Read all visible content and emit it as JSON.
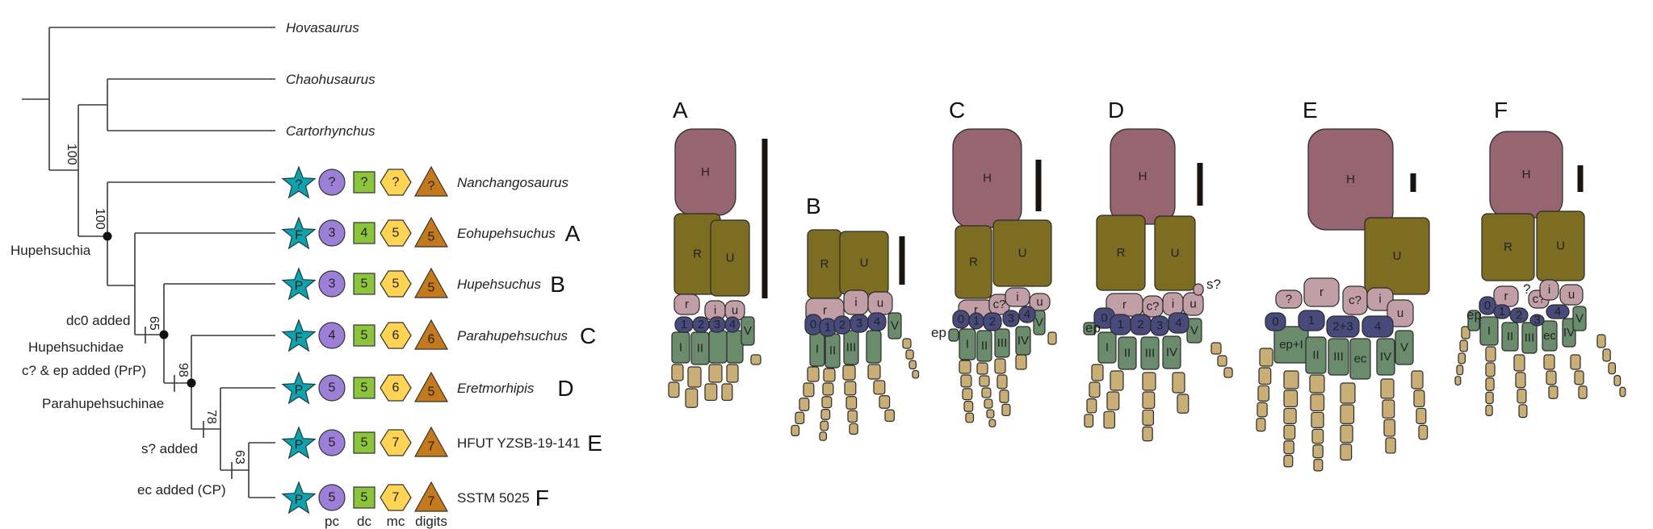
{
  "colors": {
    "branch": "#3a3a3a",
    "star": "#0ea2ad",
    "circle": "#9c80d8",
    "square": "#8cc43c",
    "hexagon": "#ffd454",
    "triangle": "#c47a1c",
    "humerus": "#966570",
    "radius_ulna": "#7c6d22",
    "proximal_carpal": "#c29fa7",
    "distal_carpal": "#474a7a",
    "metacarpal": "#6a8b6c",
    "phalanx": "#c9ae75",
    "scale_bar": "#1a1410"
  },
  "tree": {
    "taxa": [
      {
        "name": "Hovasaurus",
        "italic": true
      },
      {
        "name": "Chaohusaurus",
        "italic": true
      },
      {
        "name": "Cartorhynchus",
        "italic": true
      },
      {
        "name": "Nanchangosaurus",
        "italic": true,
        "star": "?",
        "pc": "?",
        "dc": "?",
        "mc": "?",
        "digits": "?"
      },
      {
        "name": "Eohupehsuchus",
        "italic": true,
        "panel": "A",
        "star": "F",
        "pc": "3",
        "dc": "4",
        "mc": "5",
        "digits": "5"
      },
      {
        "name": "Hupehsuchus",
        "italic": true,
        "panel": "B",
        "star": "P",
        "pc": "3",
        "dc": "5",
        "mc": "5",
        "digits": "5"
      },
      {
        "name": "Parahupehsuchus",
        "italic": true,
        "panel": "C",
        "star": "F",
        "pc": "4",
        "dc": "5",
        "mc": "6",
        "digits": "6"
      },
      {
        "name": "Eretmorhipis",
        "italic": true,
        "panel": "D",
        "star": "P",
        "pc": "5",
        "dc": "5",
        "mc": "6",
        "digits": "5"
      },
      {
        "name": "HFUT YZSB-19-141",
        "italic": false,
        "panel": "E",
        "star": "P",
        "pc": "5",
        "dc": "5",
        "mc": "7",
        "digits": "7"
      },
      {
        "name": "SSTM 5025",
        "italic": false,
        "panel": "F",
        "star": "P",
        "pc": "5",
        "dc": "5",
        "mc": "7",
        "digits": "7"
      }
    ],
    "supports": [
      "100",
      "100",
      "65",
      "98",
      "78",
      "63"
    ],
    "clades": [
      "Hupehsuchia",
      "Hupehsuchidae",
      "Parahupehsuchinae"
    ],
    "events": [
      "dc0 added",
      "c? & ep added (PrP)",
      "s? added",
      "ec added (CP)"
    ],
    "column_labels": [
      "pc",
      "dc",
      "mc",
      "digits"
    ]
  },
  "figure": {
    "limbs": [
      {
        "letter": "A",
        "humerus": "H",
        "radius": "R",
        "ulna": "U",
        "proximal": [
          "r",
          "i",
          "u"
        ],
        "distal": [
          "1",
          "2",
          "3",
          "4"
        ],
        "metacarpals": [
          "I",
          "II",
          "",
          "",
          "V"
        ]
      },
      {
        "letter": "B",
        "radius": "R",
        "ulna": "U",
        "proximal": [
          "r",
          "i",
          "u"
        ],
        "distal": [
          "0",
          "1",
          "2",
          "3",
          "4"
        ],
        "metacarpals": [
          "I",
          "II",
          "III",
          "",
          "V"
        ]
      },
      {
        "letter": "C",
        "humerus": "H",
        "radius": "R",
        "ulna": "U",
        "proximal": [
          "r",
          "c?",
          "i",
          "u"
        ],
        "distal": [
          "0",
          "1",
          "2",
          "3",
          "4"
        ],
        "ep": "ep",
        "metacarpals": [
          "I",
          "II",
          "III",
          "IV",
          "V"
        ]
      },
      {
        "letter": "D",
        "humerus": "H",
        "radius": "R",
        "ulna": "U",
        "proximal": [
          "r",
          "c?",
          "i",
          "u"
        ],
        "distal": [
          "0",
          "1",
          "2",
          "3",
          "4"
        ],
        "ep": "ep",
        "s": "s?",
        "metacarpals": [
          "I",
          "II",
          "III",
          "IV",
          "V"
        ]
      },
      {
        "letter": "E",
        "humerus": "H",
        "ulna": "U",
        "proximal": [
          "?",
          "r",
          "c?",
          "i",
          "u"
        ],
        "distal": [
          "0",
          "1",
          "2+3",
          "4"
        ],
        "metacarpals": [
          "ep+I",
          "II",
          "III",
          "ec",
          "IV",
          "V"
        ]
      },
      {
        "letter": "F",
        "humerus": "H",
        "radius": "R",
        "ulna": "U",
        "proximal": [
          "r",
          "c?",
          "i",
          "u"
        ],
        "unknown": "?",
        "distal": [
          "0",
          "1",
          "2",
          "3",
          "4"
        ],
        "ep": "ep",
        "metacarpals": [
          "I",
          "II",
          "III",
          "ec",
          "IV",
          "V"
        ]
      }
    ]
  }
}
